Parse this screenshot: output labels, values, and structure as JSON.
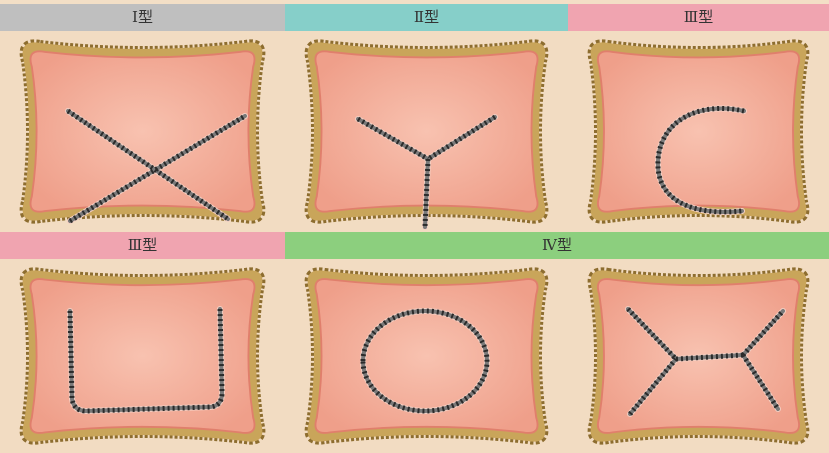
{
  "headers": {
    "type1": "Ⅰ型",
    "type2": "Ⅱ型",
    "type3_top": "Ⅲ型",
    "type3_bottom": "Ⅲ型",
    "type4": "Ⅳ型"
  },
  "colors": {
    "header_type1": "#bfbfbf",
    "header_type2": "#86cfc9",
    "header_type3": "#f0a4b0",
    "header_type4": "#8ccf7e",
    "pad_fill": "#ef9f8a",
    "pad_center": "#f8c2b0",
    "braid": "#c9a55a",
    "suture": "#2b2b2b"
  },
  "icons": {
    "incision": "stitched-suture-line",
    "pad": "pillow-shaped-skin-field"
  }
}
